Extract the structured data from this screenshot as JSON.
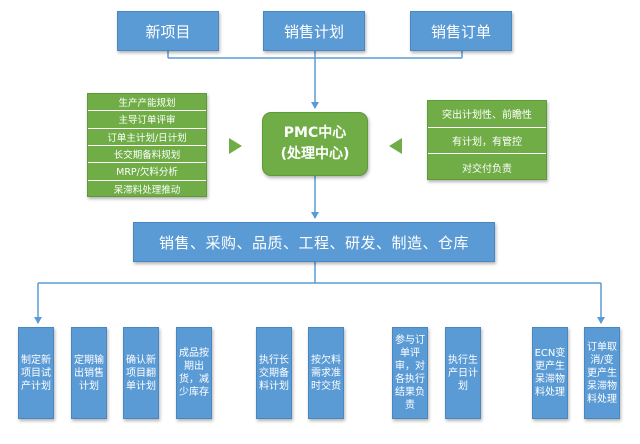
{
  "top_boxes": [
    "新项目",
    "销售计划",
    "销售订单"
  ],
  "center": {
    "line1": "PMC中心",
    "line2": "(处理中心)"
  },
  "left_functions": [
    "生产产能规划",
    "主导订单评审",
    "订单主计划/日计划",
    "长交期备料规划",
    "MRP/欠料分析",
    "呆滞料处理推动"
  ],
  "right_principles": [
    "突出计划性、前瞻性",
    "有计划，有管控",
    "对交付负责"
  ],
  "departments": "销售、采购、品质、工程、研发、制造、仓库",
  "tasks": [
    "制定新项目试产计划",
    "定期输出销售计划",
    "确认新项目翻单计划",
    "成品按期出货，减少库存",
    "执行长交期备料计划",
    "按欠料需求准时交货",
    "参与订单评审，对各执行结果负责",
    "执行生产日计划",
    "ECN变更产生呆滞物料处理",
    "订单取消/变更产生呆滞物料处理"
  ],
  "colors": {
    "blue": "#5b9bd5",
    "green": "#70ad47",
    "connector": "#5b9bd5"
  }
}
